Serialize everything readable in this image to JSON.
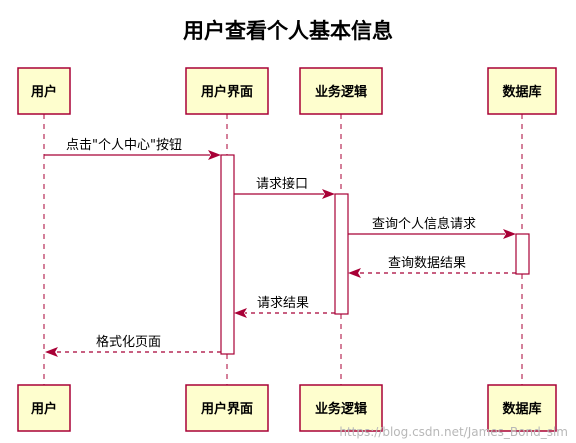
{
  "title": "用户查看个人基本信息",
  "participants": [
    {
      "label": "用户"
    },
    {
      "label": "用户界面"
    },
    {
      "label": "业务逻辑"
    },
    {
      "label": "数据库"
    }
  ],
  "messages": [
    {
      "label": "点击\"个人中心\"按钮",
      "from": 0,
      "to": 1,
      "type": "sync"
    },
    {
      "label": "请求接口",
      "from": 1,
      "to": 2,
      "type": "sync"
    },
    {
      "label": "查询个人信息请求",
      "from": 2,
      "to": 3,
      "type": "sync"
    },
    {
      "label": "查询数据结果",
      "from": 3,
      "to": 2,
      "type": "return"
    },
    {
      "label": "请求结果",
      "from": 2,
      "to": 1,
      "type": "return"
    },
    {
      "label": "格式化页面",
      "from": 1,
      "to": 0,
      "type": "return"
    }
  ],
  "colors": {
    "border": "#a80036",
    "box_fill": "#fefece"
  },
  "watermark": "https://blog.csdn.net/James_Bond_slm"
}
